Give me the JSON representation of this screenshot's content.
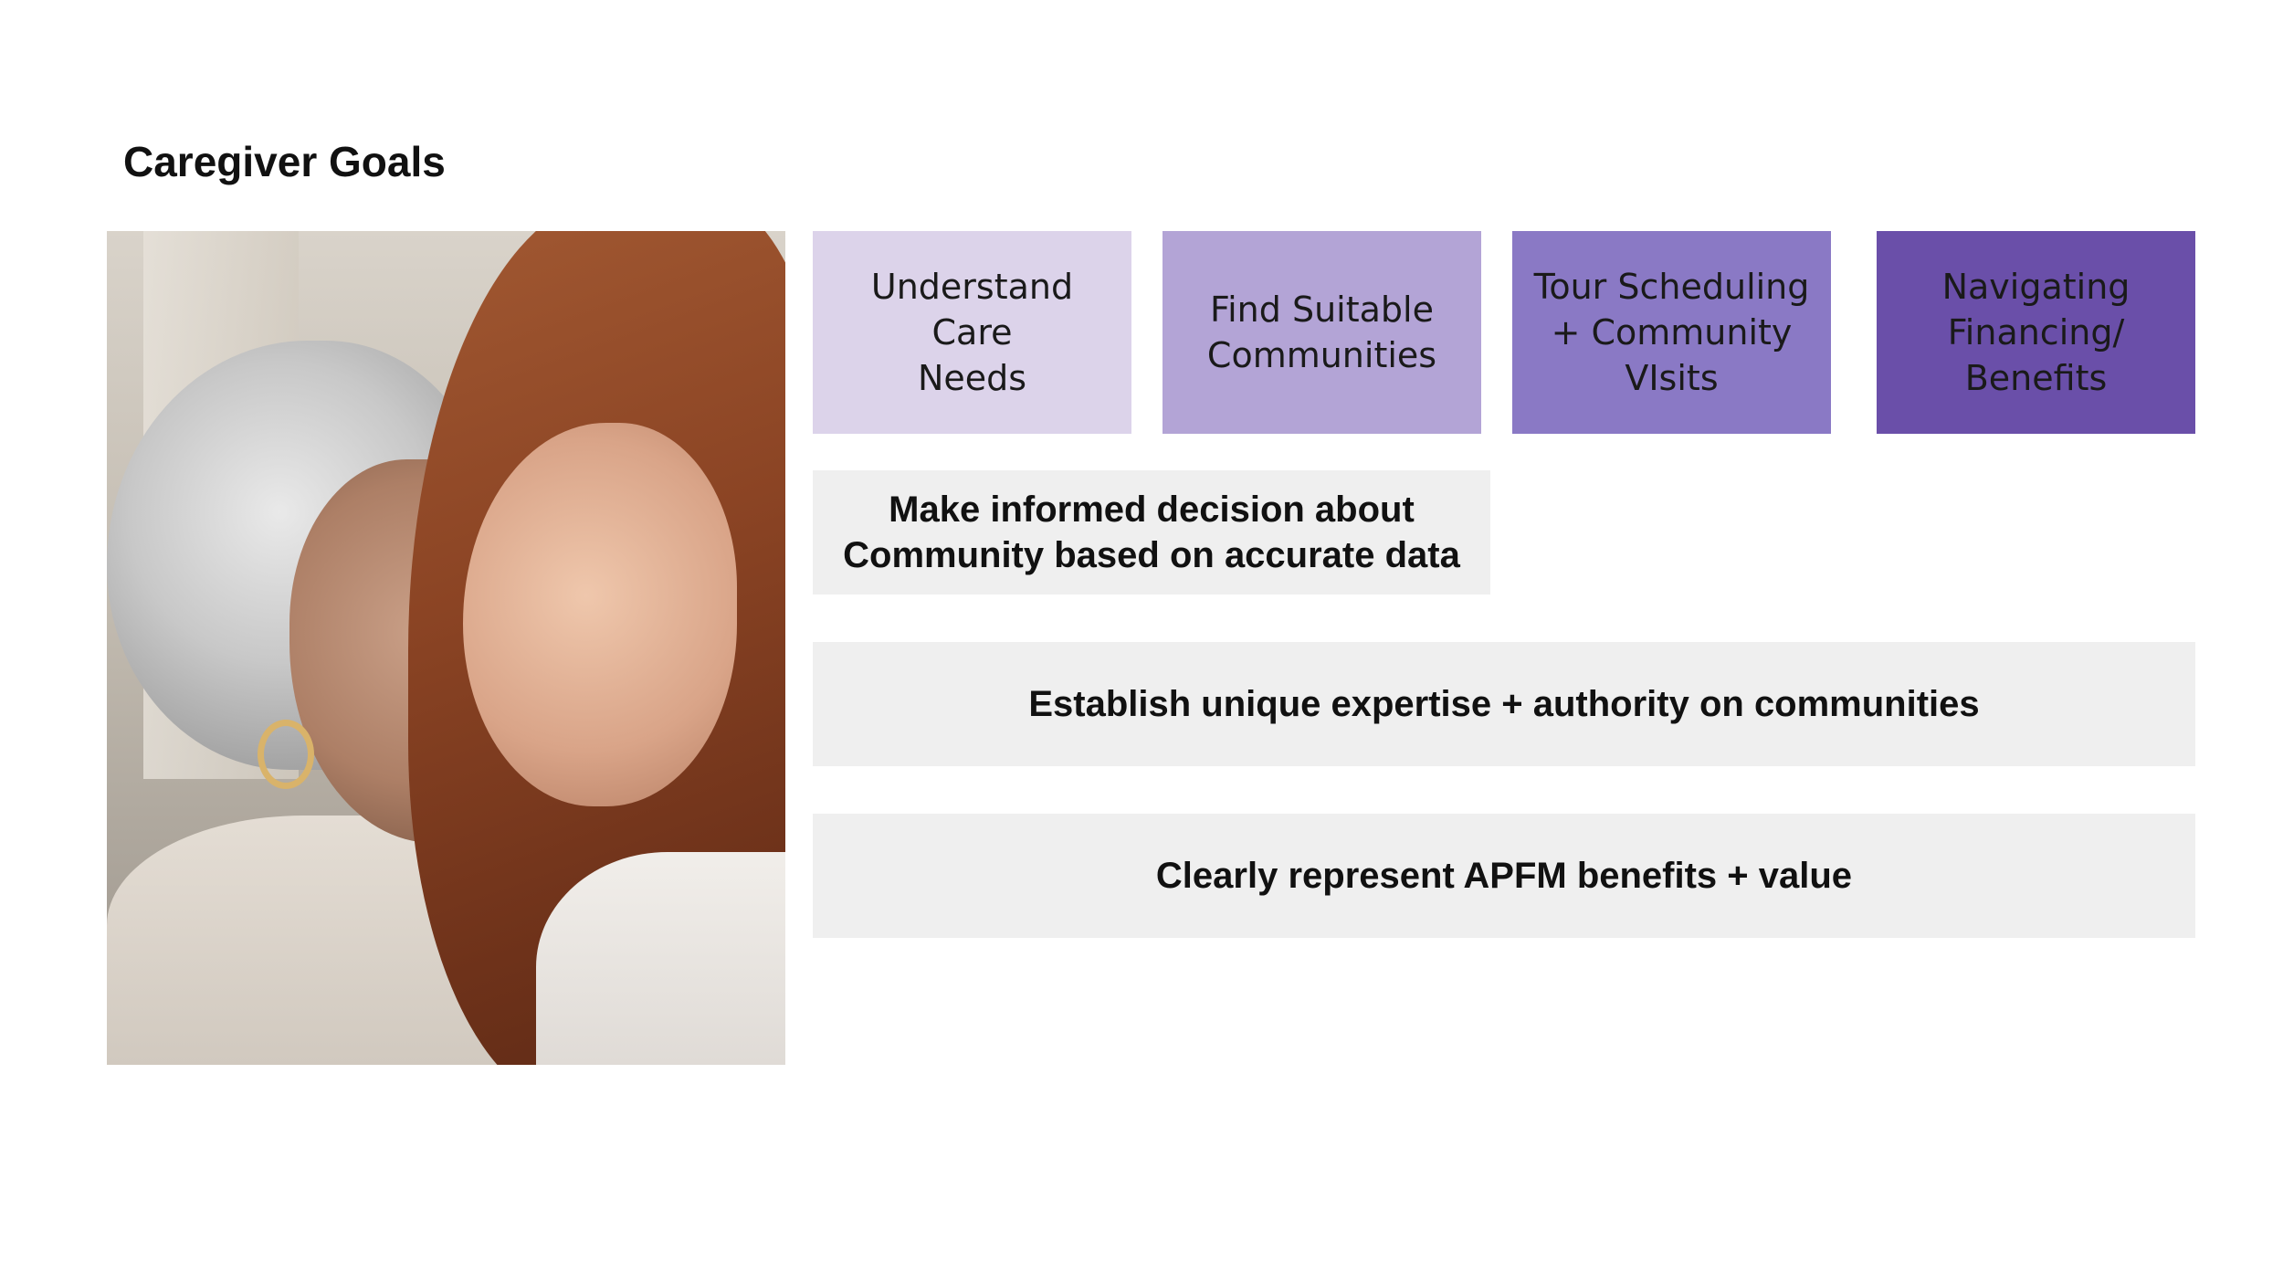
{
  "slide": {
    "title": "Caregiver Goals",
    "photo": "senior and caregiver photo",
    "goals": [
      {
        "label": "Understand Care\nNeeds",
        "color": "#dcd3ea"
      },
      {
        "label": "Find Suitable\nCommunities",
        "color": "#b3a4d6"
      },
      {
        "label": "Tour Scheduling\n+ Community\nVIsits",
        "color": "#8a79c5"
      },
      {
        "label": "Navigating\nFinancing/\nBenefits",
        "color": "#6a4fa9"
      }
    ],
    "statements": [
      "Make informed decision about\nCommunity based on accurate data",
      "Establish unique expertise + authority on communities",
      "Clearly represent APFM benefits + value"
    ],
    "statement_bg": "#efefef"
  }
}
